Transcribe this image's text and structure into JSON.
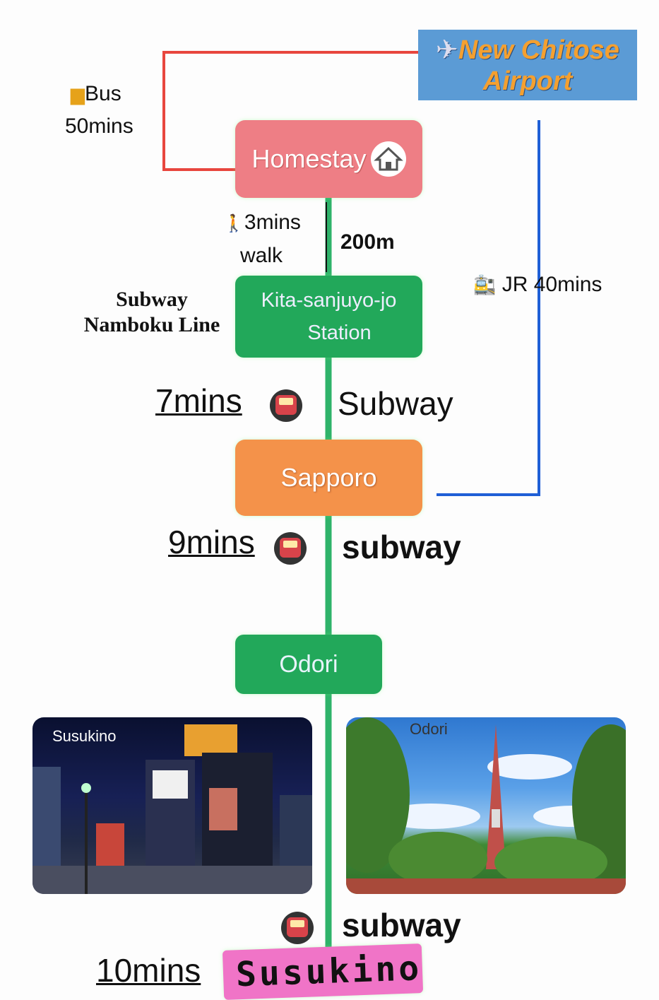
{
  "airport": {
    "line1": "New Chitose",
    "line2": "Airport",
    "icon": "airplane-icon"
  },
  "bus": {
    "label": "Bus",
    "time": "50mins",
    "icon": "bus-icon"
  },
  "homestay": {
    "label": "Homestay",
    "icon": "house-icon"
  },
  "walk": {
    "time": "3mins",
    "label": "walk",
    "distance": "200m",
    "icon": "walking-person-icon"
  },
  "jr": {
    "label": "JR 40mins",
    "icon": "train-icon"
  },
  "line_name": {
    "line1": "Subway",
    "line2": "Namboku Line"
  },
  "kita": {
    "line1": "Kita-sanjuyo-jo",
    "line2": "Station"
  },
  "leg1": {
    "time": "7mins",
    "mode": "Subway"
  },
  "sapporo": {
    "label": "Sapporo"
  },
  "leg2": {
    "time": "9mins",
    "mode": "subway"
  },
  "odori": {
    "label": "Odori"
  },
  "photos": {
    "left_caption": "Susukino",
    "right_caption": "Odori"
  },
  "leg3": {
    "time": "10mins",
    "mode": "subway"
  },
  "susukino": {
    "label": "Susukino"
  },
  "colors": {
    "bus_line": "#e8463e",
    "jr_line": "#1f5fd6",
    "subway_line": "#2fb36a",
    "homestay": "#ee7e85",
    "station": "#22a85a",
    "sapporo": "#f4924a",
    "airport_bg": "#5b9bd5",
    "airport_text": "#f4a030",
    "susukino": "#f074c7"
  }
}
